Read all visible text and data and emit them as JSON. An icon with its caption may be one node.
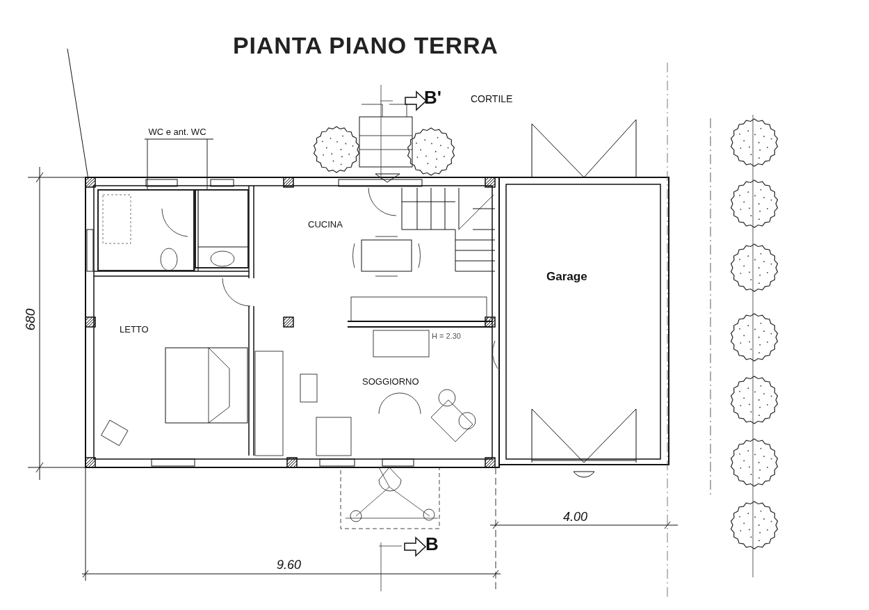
{
  "diagram": {
    "title": "PIANTA PIANO TERRA",
    "nodes": [
      {
        "text": [
          "WC e ant. WC"
        ]
      },
      {
        "text": [],
        "shape": "box"
      },
      {
        "text": [],
        "shape": "box"
      }
    ],
    "edges": [
      {
        "from": 0,
        "to": 1,
        "arrow": "none"
      },
      {
        "from": 0,
        "to": 2,
        "arrow": "none"
      }
    ],
    "labels": [
      "B'",
      "CORTILE",
      "CUCINA",
      "Garage",
      "680",
      "LETTO",
      "H = 2.30",
      "SOGGIORNO",
      "4.00",
      "B",
      "9.60"
    ]
  }
}
